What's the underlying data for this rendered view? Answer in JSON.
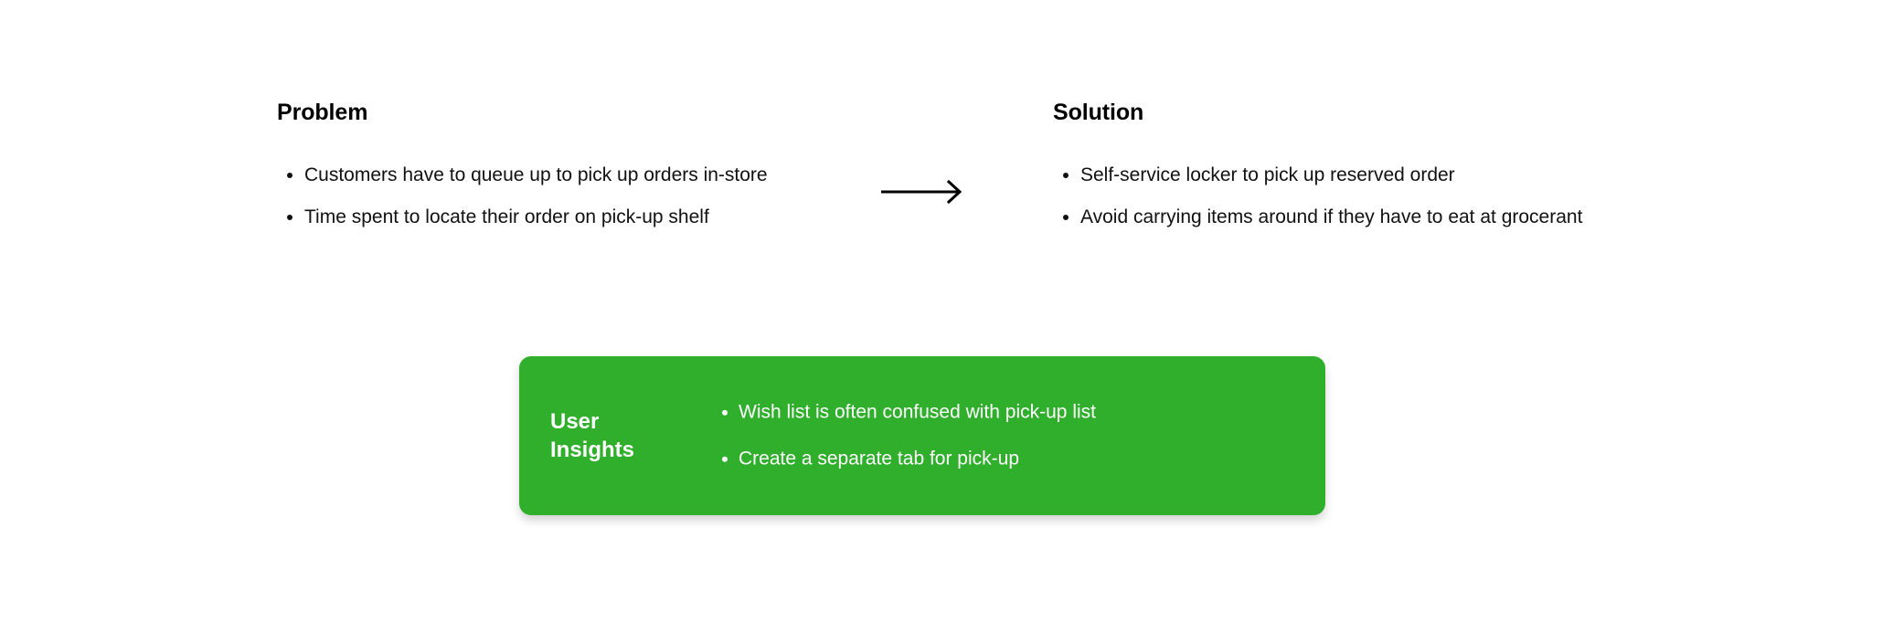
{
  "columns": {
    "problem": {
      "heading": "Problem",
      "bullets": [
        "Customers have to queue up to pick up orders in-store",
        "Time spent to locate their order on pick-up shelf"
      ]
    },
    "solution": {
      "heading": "Solution",
      "bullets": [
        "Self-service locker to pick up reserved order",
        "Avoid carrying items around if they have to eat at grocerant"
      ]
    }
  },
  "arrow": {
    "icon": "right-arrow-icon"
  },
  "insights_card": {
    "label_line1": "User",
    "label_line2": "Insights",
    "bullets": [
      "Wish list is often confused with pick-up list",
      "Create a separate tab for pick-up"
    ],
    "background_color": "#2FAF2B",
    "text_color": "#FFFFFF"
  }
}
